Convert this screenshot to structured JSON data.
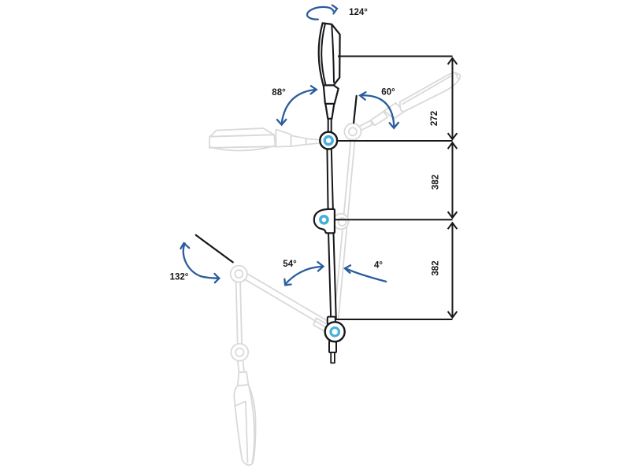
{
  "diagram": {
    "type": "lamp-articulation-diagram",
    "angle_labels": {
      "head_rotation": "124°",
      "head_tilt": "88°",
      "upper_joint": "60°",
      "mid_left": "54°",
      "mid_right": "4°",
      "base_joint": "132°"
    },
    "dimension_labels": {
      "top_segment": "272",
      "middle_segment": "382",
      "bottom_segment": "382"
    },
    "colors": {
      "ink": "#17171c",
      "ghost": "#d9d9d9",
      "arrow_blue": "#2b5c9e",
      "joint_cyan": "#44afd9",
      "label_ink": "#17171c",
      "background": "#ffffff"
    }
  }
}
